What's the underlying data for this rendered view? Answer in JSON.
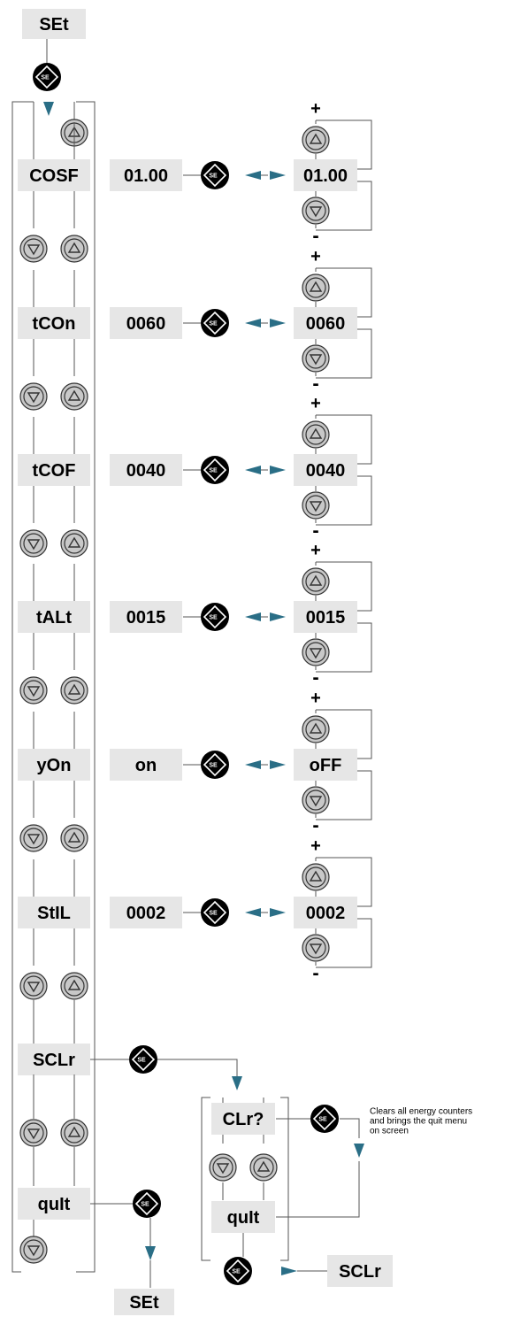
{
  "colors": {
    "box_fill": "#e6e6e6",
    "arrow_teal": "#2a6e86",
    "button_gray": "#c8c8c8",
    "button_black": "#000000",
    "line": "#555555"
  },
  "icons": {
    "set_button": "se-button-icon",
    "up_button": "up-arrow-button-icon",
    "down_button": "down-arrow-button-icon"
  },
  "top_label": "SEt",
  "bottom_label": "SEt",
  "set_button_text": "SE",
  "menu": [
    {
      "code": "COSF",
      "value": "01.00",
      "new_value": "01.00",
      "plus": "+",
      "minus": "-"
    },
    {
      "code": "tCOn",
      "value": "0060",
      "new_value": "0060",
      "plus": "+",
      "minus": "-"
    },
    {
      "code": "tCOF",
      "value": "0040",
      "new_value": "0040",
      "plus": "+",
      "minus": "-"
    },
    {
      "code": "tALt",
      "value": "0015",
      "new_value": "0015",
      "plus": "+",
      "minus": "-"
    },
    {
      "code": "yOn",
      "value": "on",
      "new_value": "oFF",
      "plus": "+",
      "minus": "-"
    },
    {
      "code": "StIL",
      "value": "0002",
      "new_value": "0002",
      "plus": "+",
      "minus": "-"
    }
  ],
  "sclr": {
    "code": "SCLr",
    "confirm": "CLr?",
    "quit": "quIt",
    "result": "SCLr",
    "note_lines": [
      "Clears all energy counters",
      "and brings the quit menu",
      "on screen"
    ]
  },
  "quit_label": "quIt"
}
